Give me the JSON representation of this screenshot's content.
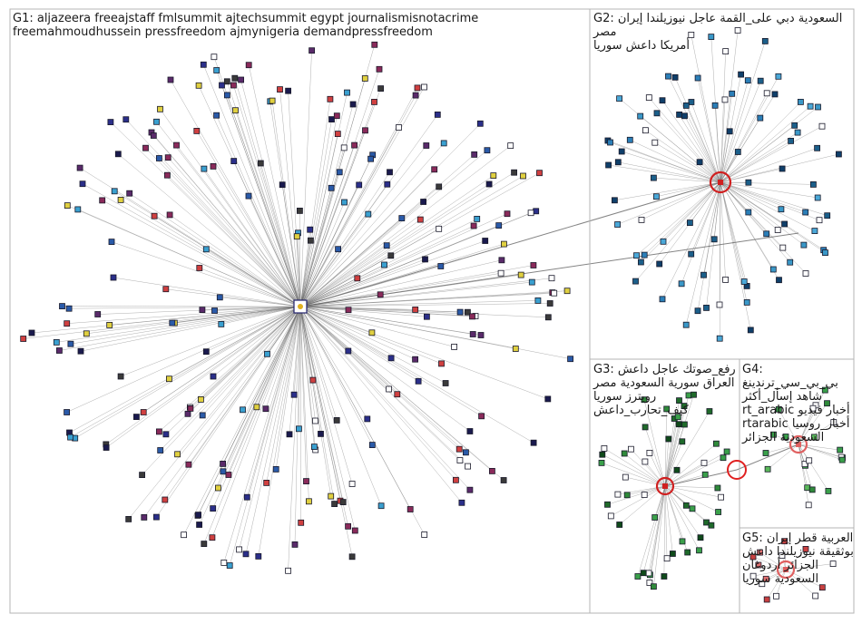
{
  "canvas_bg": "#ffffff",
  "border_color": "#b4b4b4",
  "edge_color": "#6e6e6e",
  "groups": [
    {
      "id": "G1",
      "label_lines": [
        "G1: aljazeera freeajstaff fmlsummit ajtechsummit egypt journalismisnotacrime",
        "freemahmoudhussein pressfreedom ajmynigeria demandpressfreedom"
      ],
      "node_count": 260,
      "node_colors": [
        "#1a1a4e",
        "#2b2f8a",
        "#3a3a3a",
        "#5a2a6a",
        "#8a2a5a",
        "#2a5aa8",
        "#3aa0d0",
        "#ffffff",
        "#e0d040",
        "#d04040"
      ],
      "hub_color": "#ffffff"
    },
    {
      "id": "G2",
      "label_lines": [
        "G2: السعودية دبي على_القمة عاجل نيوزيلندا إيران مصر",
        "أمريكا داعش سوريا"
      ],
      "node_count": 95,
      "node_colors": [
        "#1b5f8a",
        "#2b7fb8",
        "#3a98c8",
        "#0f3f6a",
        "#4aa8d8",
        "#ffffff"
      ],
      "hub_color": "#d02020"
    },
    {
      "id": "G3",
      "label_lines": [
        "G3: رفع_صوتك عاجل داعش",
        "العراق سورية السعودية مصر",
        "رويترز سوريا",
        "كيف_تحارب_داعش"
      ],
      "node_count": 55,
      "node_colors": [
        "#1f6a2a",
        "#2f8a3a",
        "#3aa04a",
        "#0f4a1a",
        "#ffffff"
      ],
      "hub_color": "#d02020"
    },
    {
      "id": "G4",
      "label_lines": [
        "G4:",
        "بي_بي_سي_ترندينغ",
        "شاهد إسأل_أكثر",
        "أخبار فيديو rt_arabic",
        "rtarabic أخبار_روسيا",
        "السعودية الجزائر"
      ],
      "node_count": 22,
      "node_colors": [
        "#3aa04a",
        "#5ab85a",
        "#2f8a3a",
        "#ffffff"
      ],
      "hub_color": "#e06060"
    },
    {
      "id": "G5",
      "label_lines": [
        "G5: العربية قطر إيران",
        "بوثقيقة نيوزيلندا داعش",
        "الجزائر أردوغان",
        "السعودية سوريا"
      ],
      "node_count": 14,
      "node_colors": [
        "#c84040",
        "#e07070",
        "#ffffff"
      ],
      "hub_color": "#e06060"
    }
  ]
}
